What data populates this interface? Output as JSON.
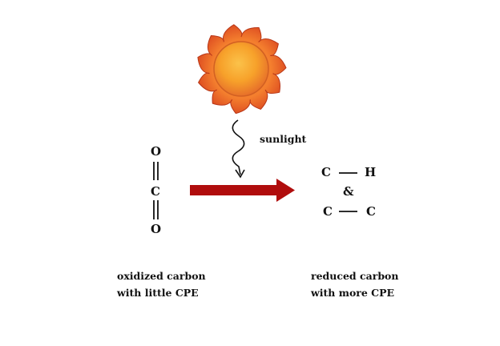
{
  "colors": {
    "sun_outer": "#e8582a",
    "sun_inner": "#f7a12a",
    "arrow": "#b00d0d",
    "text": "#111111"
  },
  "sunlight_label": "sunlight",
  "co2": {
    "top": "O",
    "middle": "C",
    "bottom": "O"
  },
  "products": {
    "ch": {
      "left": "C",
      "right": "H"
    },
    "and": "&",
    "cc": {
      "left": "C",
      "right": "C"
    }
  },
  "captions": {
    "left": {
      "line1": "oxidized carbon",
      "line2": "with little CPE"
    },
    "right": {
      "line1": "reduced carbon",
      "line2": "with more CPE"
    }
  }
}
